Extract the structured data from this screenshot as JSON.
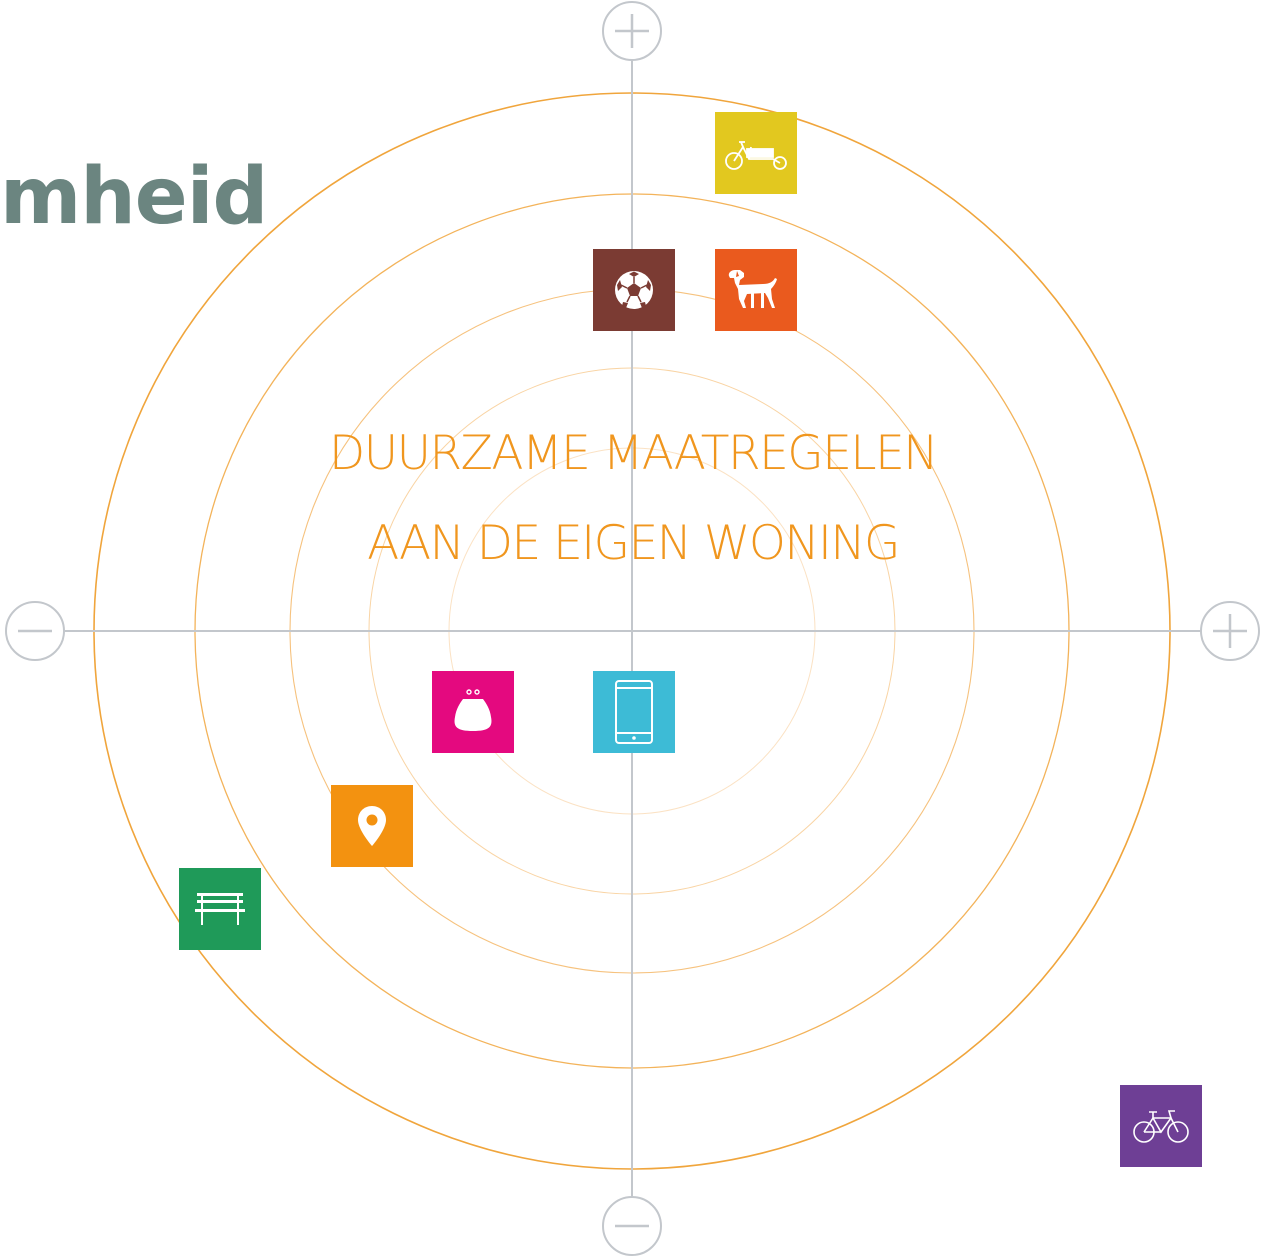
{
  "title_fragment": "mheid",
  "center_label": {
    "line1": "DUURZAME MAATREGELEN",
    "line2": "AAN DE EIGEN WONING"
  },
  "axes": {
    "top": "plus",
    "bottom": "minus",
    "left": "minus",
    "right": "plus"
  },
  "colors": {
    "title": "#6b8580",
    "accent": "#f0961e",
    "ring_outer": "#f0a53c",
    "ring_inner": "#f7cd93",
    "axis": "#c3c7cc",
    "icon_fg": "#ffffff"
  },
  "tiles": [
    {
      "icon": "cargo-bike-icon",
      "color": "#e2c81f"
    },
    {
      "icon": "football-icon",
      "color": "#7b3b33"
    },
    {
      "icon": "dog-icon",
      "color": "#ea5a1e"
    },
    {
      "icon": "purse-icon",
      "color": "#e4097f"
    },
    {
      "icon": "smartphone-icon",
      "color": "#3dbbd6"
    },
    {
      "icon": "location-pin-icon",
      "color": "#f39210"
    },
    {
      "icon": "bench-icon",
      "color": "#1f9a59"
    },
    {
      "icon": "bicycle-icon",
      "color": "#6e3f95"
    }
  ]
}
